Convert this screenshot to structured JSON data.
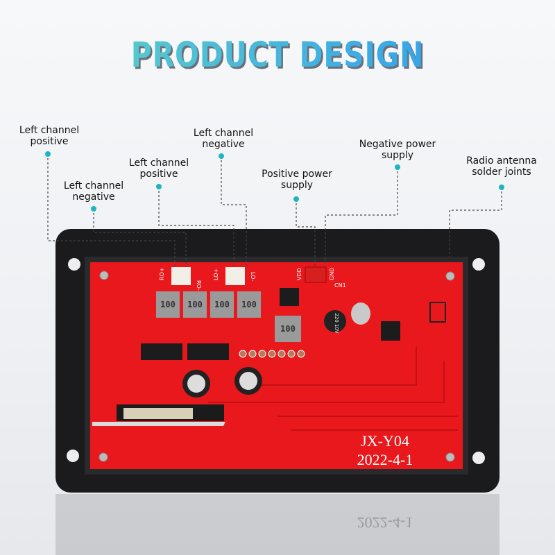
{
  "title": "PRODUCT DESIGN",
  "callouts": [
    {
      "line1": "Left channel",
      "line2": "positive"
    },
    {
      "line1": "Left channel",
      "line2": "negative"
    },
    {
      "line1": "Left channel",
      "line2": "positive"
    },
    {
      "line1": "Left channel",
      "line2": "negative"
    },
    {
      "line1": "Positive power",
      "line2": "supply"
    },
    {
      "line1": "Negative power",
      "line2": "supply"
    },
    {
      "line1": "Radio antenna",
      "line2": "solder joints"
    }
  ],
  "board": {
    "model": "JX-Y04",
    "date": "2022-4-1",
    "inductor_marking": "100",
    "capacitor_marking": "220 10V",
    "pin_labels": [
      "RO+",
      "RO-",
      "LO+",
      "LO-",
      "VDD",
      "GND",
      "CN1"
    ]
  },
  "colors": {
    "pcb": "#e8181c",
    "frame": "#1b1b1d",
    "callout": "#1fb5c0",
    "title_start": "#5fd0c8",
    "title_end": "#2e9cf0"
  }
}
